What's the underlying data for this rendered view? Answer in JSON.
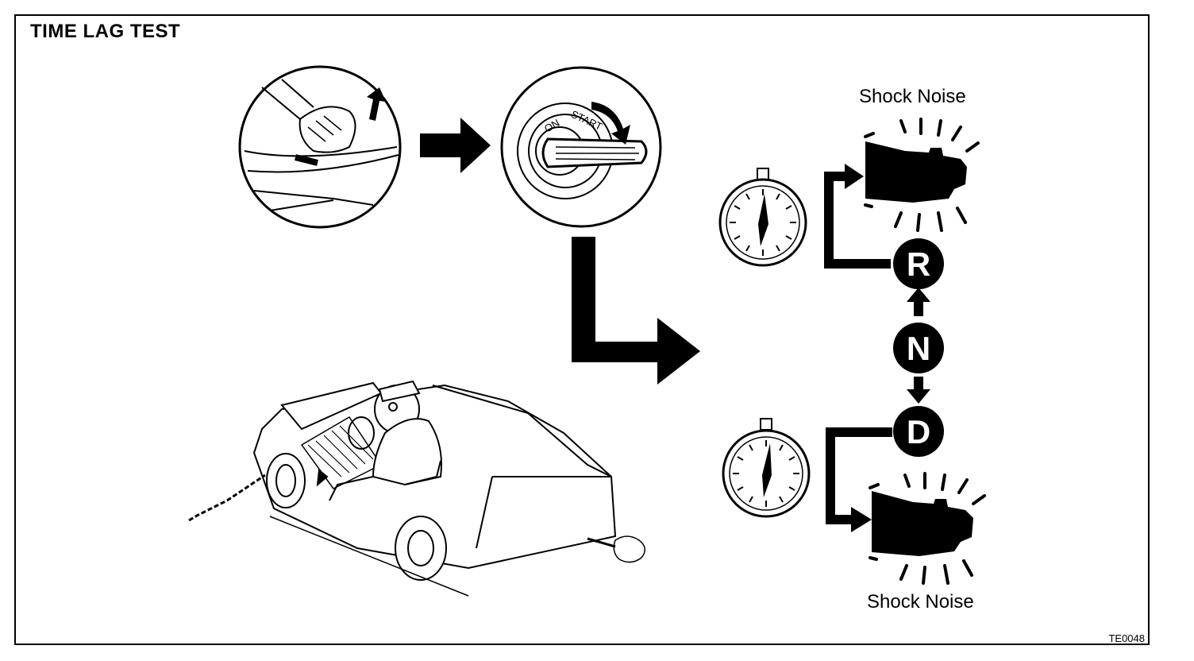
{
  "header": {
    "title": "TIME LAG TEST"
  },
  "labels": {
    "shock_noise_top": "Shock Noise",
    "shock_noise_bottom": "Shock Noise",
    "ignition_on": "ON",
    "ignition_start": "START"
  },
  "gears": {
    "reverse": "R",
    "neutral": "N",
    "drive": "D"
  },
  "footer": {
    "figure_code": "TE0048"
  }
}
